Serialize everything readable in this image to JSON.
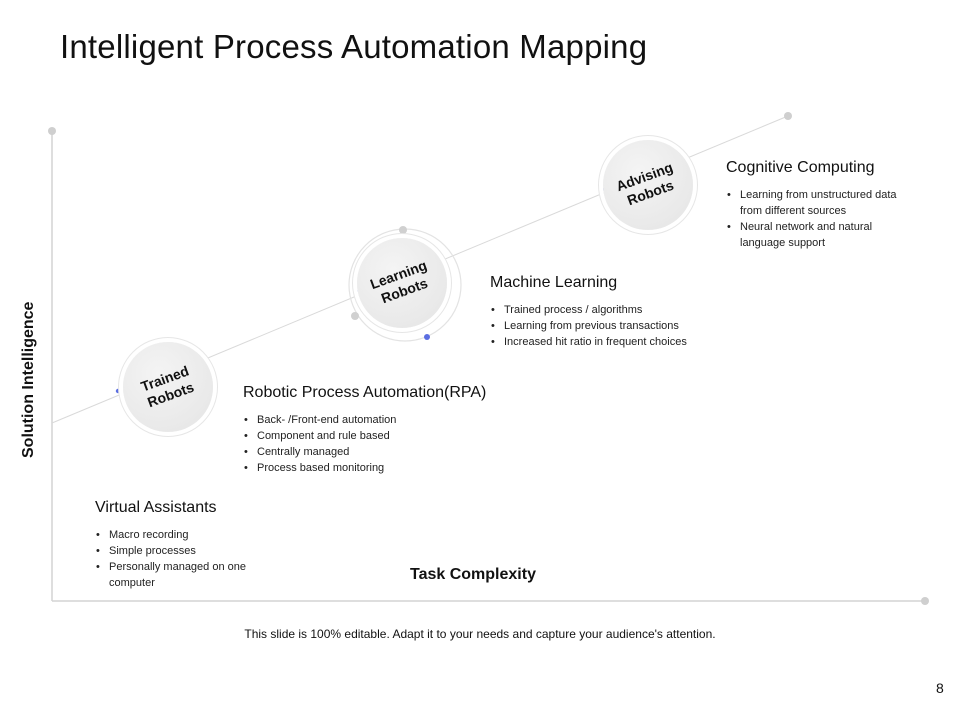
{
  "title": "Intelligent Process Automation Mapping",
  "axes": {
    "y_label": "Solution Intelligence",
    "x_label": "Task Complexity"
  },
  "robots": [
    {
      "id": "trained",
      "label": "Trained\nRobots"
    },
    {
      "id": "learning",
      "label": "Learning\nRobots"
    },
    {
      "id": "advising",
      "label": "Advising\nRobots"
    }
  ],
  "sections": [
    {
      "id": "virtual-assistants",
      "heading": "Virtual Assistants",
      "bullets": [
        "Macro recording",
        "Simple processes",
        "Personally managed on one computer"
      ]
    },
    {
      "id": "rpa",
      "heading": "Robotic Process Automation(RPA)",
      "bullets": [
        "Back- /Front-end automation",
        "Component and rule based",
        "Centrally managed",
        "Process based monitoring"
      ]
    },
    {
      "id": "machine-learning",
      "heading": "Machine Learning",
      "bullets": [
        "Trained  process / algorithms",
        "Learning from previous transactions",
        "Increased hit ratio in frequent choices"
      ]
    },
    {
      "id": "cognitive-computing",
      "heading": "Cognitive Computing",
      "bullets": [
        "Learning from unstructured data from different sources",
        "Neural network and natural language support"
      ]
    }
  ],
  "footer": "This slide is 100% editable. Adapt it to your needs and capture your audience's attention.",
  "page_number": "8",
  "colors": {
    "accent_dot": "#5b6ee1",
    "axis": "#cfcfcf",
    "circle_fill": "#ececec"
  }
}
